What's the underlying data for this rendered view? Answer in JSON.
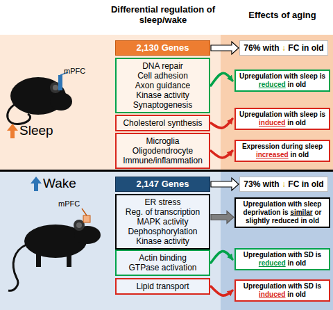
{
  "diagram": {
    "nodes": [
      {
        "text": [
          "2,130 Genes"
        ]
      },
      {
        "text": [
          "76% with ↓ FC in old"
        ]
      },
      {
        "text": [
          "DNA repair",
          "Cell adhesion",
          "Axon guidance",
          "Kinase activity",
          "Synaptogenesis"
        ]
      },
      {
        "text": [
          "Upregulation with sleep is reduced in old"
        ]
      },
      {
        "text": [
          "Cholesterol synthesis"
        ]
      },
      {
        "text": [
          "Upregulation with sleep is induced in old"
        ]
      },
      {
        "text": [
          "Microglia",
          "Oligodendrocyte",
          "Immune/inflammation"
        ]
      },
      {
        "text": [
          "Expression during sleep increased in old"
        ]
      },
      {
        "text": [
          "2,147 Genes"
        ]
      },
      {
        "text": [
          "73% with ↓ FC in old"
        ]
      },
      {
        "text": [
          "ER stress",
          "Reg. of transcription",
          "MAPK activity",
          "Dephosphorylation",
          "Kinase activity"
        ]
      },
      {
        "text": [
          "Upregulation with sleep deprivation is similar or slightly reduced in old"
        ]
      },
      {
        "text": [
          "Actin binding",
          "GTPase activation"
        ]
      },
      {
        "text": [
          "Upregulation with SD is reduced in old"
        ]
      },
      {
        "text": [
          "Lipid transport"
        ]
      },
      {
        "text": [
          "Upregulation with SD is induced in old"
        ]
      }
    ],
    "edges": [
      {
        "from": 0,
        "to": 1,
        "arrow": "to"
      },
      {
        "from": 2,
        "to": 3,
        "arrow": "to"
      },
      {
        "from": 4,
        "to": 5,
        "arrow": "to"
      },
      {
        "from": 6,
        "to": 7,
        "arrow": "to"
      },
      {
        "from": 8,
        "to": 9,
        "arrow": "to"
      },
      {
        "from": 10,
        "to": 11,
        "arrow": "to"
      },
      {
        "from": 12,
        "to": 13,
        "arrow": "to"
      },
      {
        "from": 14,
        "to": 15,
        "arrow": "to"
      }
    ],
    "labels": [
      "Differential regulation of sleep/wake",
      "Effects of aging",
      "mPFC",
      "Sleep",
      "mPFC",
      "Wake"
    ]
  }
}
